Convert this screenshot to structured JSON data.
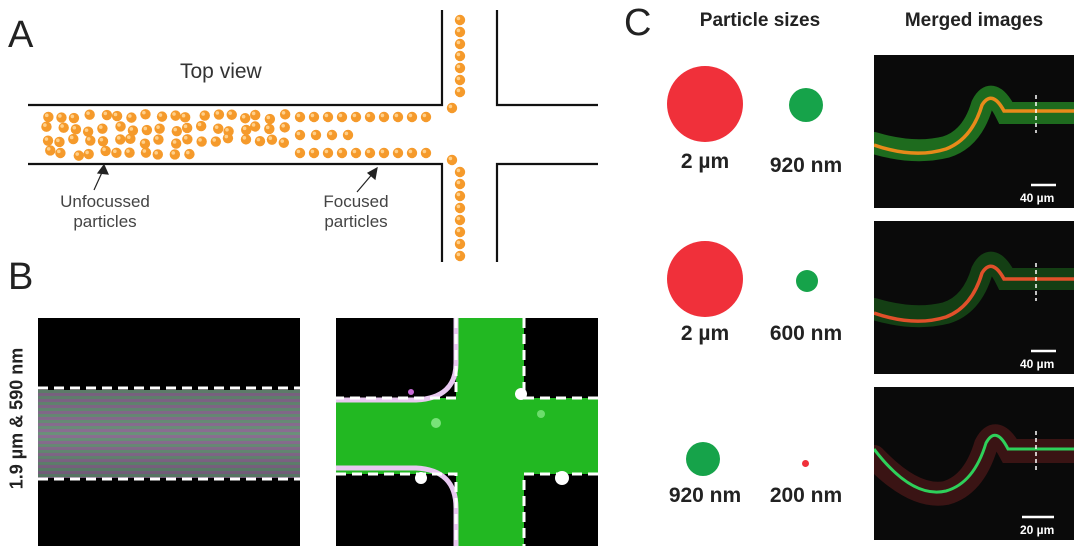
{
  "panelA": {
    "letter": "A",
    "title": "Top view",
    "unfocused_label": [
      "Unfocussed",
      "particles"
    ],
    "focused_label": [
      "Focused",
      "particles"
    ],
    "particle_color": "#f59a2b",
    "particle_highlight": "#ffd08a"
  },
  "panelB": {
    "letter": "B",
    "side_label": "1.9 µm & 590 nm",
    "channel_color": "#22b822"
  },
  "panelC": {
    "letter": "C",
    "col1_header": "Particle sizes",
    "col2_header": "Merged images",
    "rows": [
      {
        "left": {
          "label": "2 µm",
          "color": "#f0303a"
        },
        "right": {
          "label": "920 nm",
          "color": "#16a34a"
        },
        "scale": "40 µm",
        "channel_color": "#1e6b1e",
        "line_color": "#e88a1a"
      },
      {
        "left": {
          "label": "2 µm",
          "color": "#f0303a"
        },
        "right": {
          "label": "600 nm",
          "color": "#16a34a"
        },
        "scale": "40 µm",
        "channel_color": "#143f14",
        "line_color": "#e0502a"
      },
      {
        "left": {
          "label": "920 nm",
          "color": "#16a34a"
        },
        "right": {
          "label": "200 nm",
          "color": "#f0303a"
        },
        "scale": "20 µm",
        "channel_color": "#3a1414",
        "line_color": "#2ed05a"
      }
    ]
  }
}
